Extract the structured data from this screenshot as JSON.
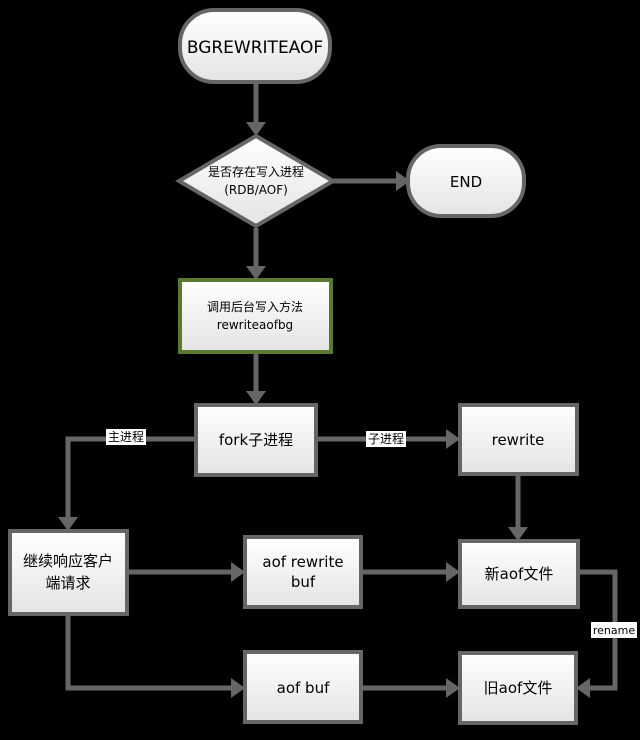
{
  "nodes": {
    "start": {
      "label": "BGREWRITEAOF"
    },
    "decision": {
      "line1": "是否存在写入进程",
      "line2": "(RDB/AOF)"
    },
    "end": {
      "label": "END"
    },
    "call_bg": {
      "line1": "调用后台写入方法",
      "line2": "rewriteaofbg"
    },
    "fork": {
      "label": "fork子进程"
    },
    "rewrite": {
      "label": "rewrite"
    },
    "respond": {
      "line1": "继续响应客户",
      "line2": "端请求"
    },
    "aof_rewrite_buf": {
      "line1": "aof rewrite",
      "line2": "buf"
    },
    "new_aof": {
      "label": "新aof文件"
    },
    "aof_buf": {
      "label": "aof buf"
    },
    "old_aof": {
      "label": "旧aof文件"
    }
  },
  "edge_labels": {
    "main_process": "主进程",
    "child_process": "子进程",
    "rename": "rename"
  },
  "colors": {
    "background": "#000000",
    "node_fill": "#f5f5f5",
    "node_stroke": "#666666",
    "highlight_stroke": "#5a7a32",
    "arrow": "#666666",
    "text": "#000000"
  }
}
